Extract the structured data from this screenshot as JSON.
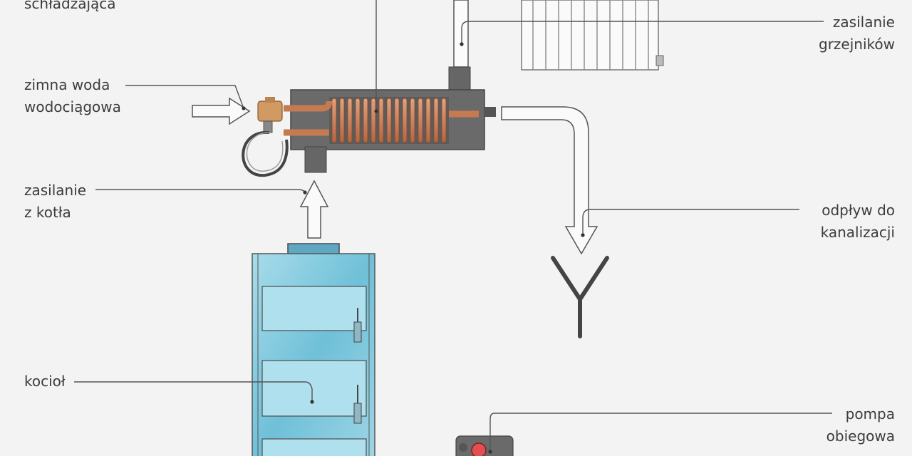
{
  "labels": {
    "schladzajaca": "schładzająca",
    "zimna_woda": [
      "zimna woda",
      "wodociągowa"
    ],
    "zasilanie_z_kotla": [
      "zasilanie",
      "z kotła"
    ],
    "kociol": "kocioł",
    "zasilanie_grzejnikow": [
      "zasilanie",
      "grzejników"
    ],
    "odplyw": [
      "odpływ do",
      "kanalizacji"
    ],
    "pompa": [
      "pompa",
      "obiegowa"
    ]
  },
  "colors": {
    "background": "#f3f3f3",
    "boiler_blue": "#7fc9dd",
    "exchanger_gray": "#6d6d6d",
    "copper_coil": "#c9805a",
    "leader_line": "#555555",
    "pump_red": "#e05050"
  }
}
